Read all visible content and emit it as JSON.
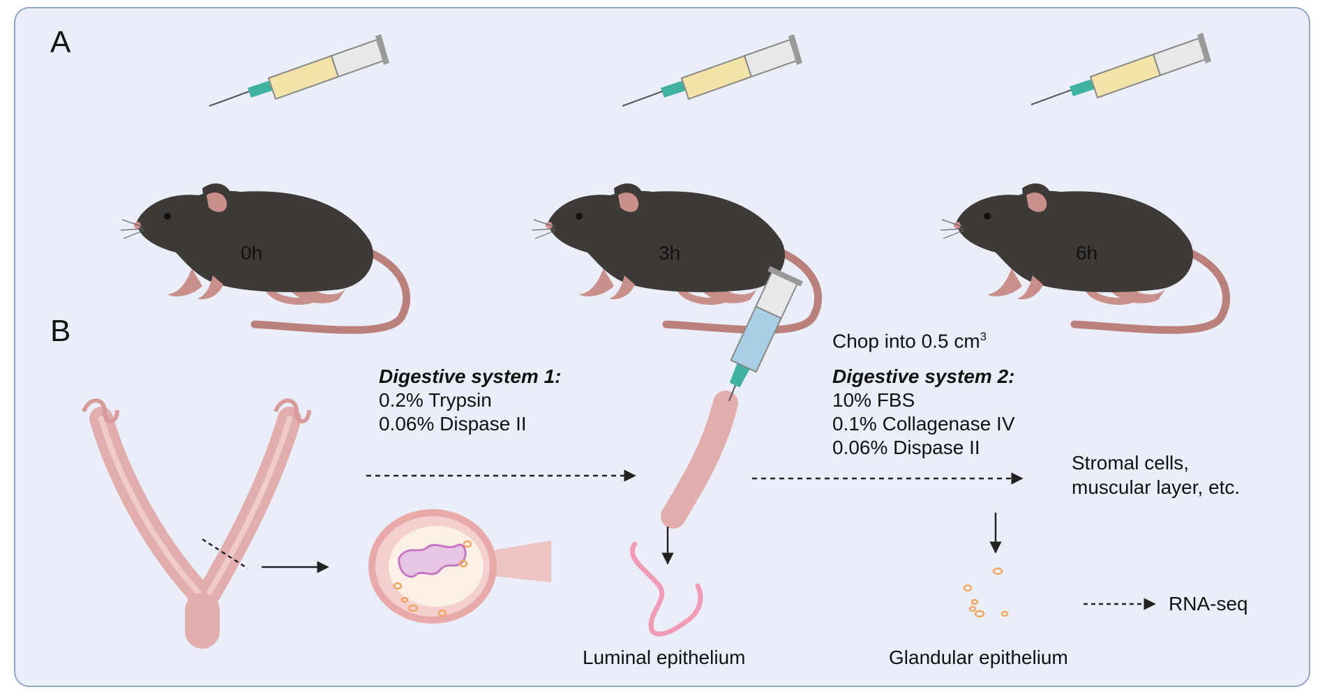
{
  "panel_a": {
    "label": "A",
    "timepoints": [
      "0h",
      "3h",
      "6h"
    ]
  },
  "panel_b": {
    "label": "B",
    "digestive_system_1": {
      "title": "Digestive system 1:",
      "lines": [
        "0.2% Trypsin",
        "0.06% Dispase II"
      ]
    },
    "chop_text": "Chop into 0.5 cm",
    "chop_superscript": "3",
    "digestive_system_2": {
      "title": "Digestive system 2:",
      "lines": [
        "10% FBS",
        "0.1% Collagenase IV",
        "0.06% Dispase II"
      ]
    },
    "stromal": [
      "Stromal cells,",
      "muscular layer, etc."
    ],
    "luminal_label": "Luminal epithelium",
    "glandular_label": "Glandular epithelium",
    "rnaseq_label": "RNA-seq"
  },
  "colors": {
    "panel_bg": "#e9eef8",
    "panel_border": "#8fa6c9",
    "mouse_body": "#3d3a38",
    "mouse_pink": "#c98f8a",
    "uterus": "#e2adad",
    "gland": "#f0a860",
    "syringe_fluid_a": "#f3e3a8",
    "syringe_fluid_b": "#a9cfe4",
    "needle_hub": "#3fb2a0"
  }
}
